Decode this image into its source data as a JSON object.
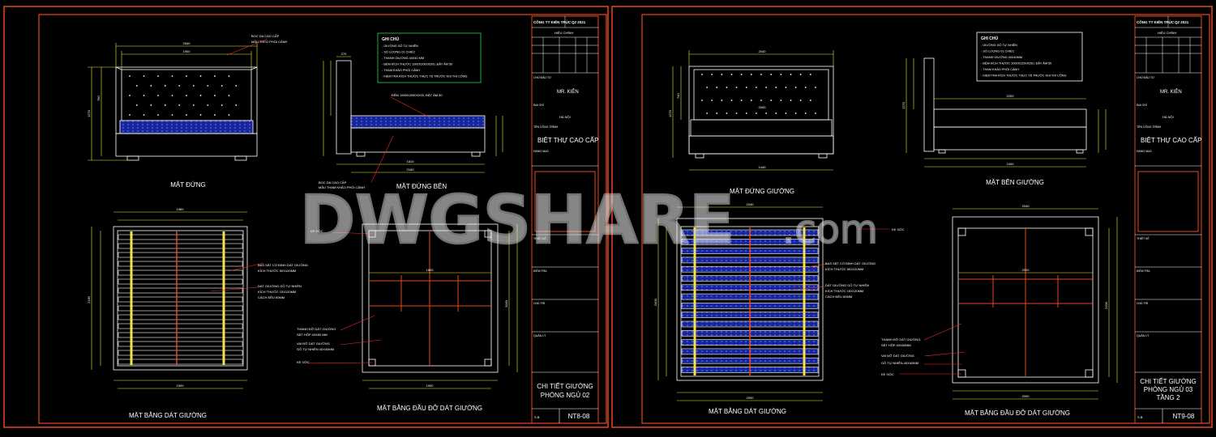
{
  "sheets": [
    {
      "title_block": {
        "company": "CÔNG TY KIẾN TRÚC",
        "date": "Q2 2021",
        "revision": "HIỆU CHỈNH",
        "client_label": "CHỦ ĐẦU TƯ",
        "client": "MR. KIÊN",
        "address_label": "ĐỊA CHỈ",
        "address": "HÀ NỘI",
        "project_label": "TÊN CÔNG TRÌNH",
        "project": "BIỆT THỰ CAO CẤP",
        "category_label": "HẠNG MỤC",
        "designer_label": "THIẾT KẾ",
        "check_label": "KIỂM TRA",
        "chief_label": "CHỦ TRÌ",
        "manager_label": "QUẢN LÝ",
        "drawing_title": "CHI TIẾT GIƯỜNG\nPHÒNG NGỦ 02",
        "scale_label": "S.B.",
        "drawing_no": "NT8-08"
      },
      "notes": {
        "title": "GHI CHÚ",
        "lines": [
          "- GIƯỜNG GỖ TỰ NHIÊN",
          "- SỐ LƯỢNG 01 CHIẾC",
          "- THANH GIƯỜNG 40X40 MM",
          "- ĐỆM KÍCH THƯỚC 1900X2000X200, ĐẶT ÂM 50",
          "- THAM KHẢO PHỐI CẢNH",
          "- KIỂM TRA KÍCH THƯỚC THỰC TẾ TRƯỚC KHI THI CÔNG"
        ]
      },
      "views": {
        "front": "MẶT ĐỨNG",
        "side": "MẶT ĐỨNG BÊN",
        "plan": "MẶT BẰNG DÁT GIƯỜNG",
        "support": "MẶT BẰNG ĐẦU ĐỠ DÁT GIƯỜNG"
      },
      "callouts": {
        "headboard": "BỌC DA CAO CẤP",
        "headboard2": "MẪU THEO PHỐI CẢNH",
        "mattress": "ĐỆM 1900X2000X200, ĐẶT ÂM 50",
        "side_leather": "BỌC DA CAO CẤP",
        "side_leather2": "MẪU THAM KHẢO PHỐI CẢNH",
        "slat_fix": "BAS SẮT CỐ ĐỊNH DÁT GIƯỜNG",
        "slat_fix2": "KÍCH THƯỚC 50X120MM",
        "slat": "DÁT GIƯỜNG GỖ TỰ NHIÊN",
        "slat2": "KÍCH THƯỚC 15X120MM",
        "slat3": "CÁCH ĐỀU 60MM",
        "beam": "THANH ĐỠ DÁT GIƯỜNG",
        "beam2": "SẮT HỘP 40X80 MM",
        "leg": "VAI ĐỠ DÁT GIƯỜNG",
        "leg2": "GỖ TỰ NHIÊN 40X40MM",
        "corner": "KE GÓC"
      },
      "dims": {
        "front_w": "2540",
        "front_in": "1900",
        "front_h": "1270",
        "front_h2": "780",
        "side_top": "270",
        "side_w": "2160",
        "side_in": "1810",
        "plan_w": "1960",
        "plan_h": "2160",
        "plan_in": "1900",
        "sup_w": "1900",
        "sup_in": "1800",
        "sup_h": "2000",
        "sup_mid": "900"
      }
    },
    {
      "title_block": {
        "company": "CÔNG TY KIẾN TRÚC",
        "date": "Q2 2021",
        "revision": "HIỆU CHỈNH",
        "client_label": "CHỦ ĐẦU TƯ",
        "client": "MR. KIÊN",
        "address_label": "ĐỊA CHỈ",
        "address": "HÀ NỘI",
        "project_label": "TÊN CÔNG TRÌNH",
        "project": "BIỆT THỰ CAO CẤP",
        "category_label": "HẠNG MỤC",
        "designer_label": "THIẾT KẾ",
        "check_label": "KIỂM TRA",
        "chief_label": "CHỦ TRÌ",
        "manager_label": "QUẢN LÝ",
        "drawing_title": "CHI TIẾT GIƯỜNG\nPHÒNG NGỦ 03\nTẦNG 2",
        "scale_label": "S.B.",
        "drawing_no": "NT9-08"
      },
      "notes": {
        "title": "GHI CHÚ",
        "lines": [
          "- GIƯỜNG GỖ TỰ NHIÊN",
          "- SỐ LƯỢNG 01 CHIẾC",
          "- THANH GIƯỜNG 40X40MM",
          "- ĐỆM KÍCH THƯỚC 2000X2200X250, ĐẶT ÂM 50",
          "- THAM KHẢO PHỐI CẢNH",
          "- KIỂM TRA KÍCH THƯỚC THỰC TẾ TRƯỚC KHI THI CÔNG"
        ]
      },
      "views": {
        "front": "MẶT ĐỨNG GIƯỜNG",
        "side": "MẶT BÊN GIƯỜNG",
        "plan": "MẶT BẰNG DÁT GIƯỜNG",
        "support": "MẶT BẰNG ĐẦU ĐỠ DÁT GIƯỜNG"
      },
      "callouts": {
        "beam": "THANH ĐỠ DÁT GIƯỜNG",
        "beam2": "SẮT HỘP 40X80MM",
        "leg": "VAI ĐỠ DÁT GIƯỜNG",
        "leg2": "GỖ TỰ NHIÊN 40X40MM",
        "corner": "KE GÓC",
        "corner2": "KE GÓC",
        "slat_fix": "BAS SẮT CỐ ĐỊNH DÁT GIƯỜNG",
        "slat_fix2": "KÍCH THƯỚC 50X120MM",
        "slat": "DÁT GIƯỜNG GỖ TỰ NHIÊN",
        "slat2": "KÍCH THƯỚC 15X120MM",
        "slat3": "CÁCH ĐỀU 60MM"
      },
      "dims": {
        "front_w": "2040",
        "front_in": "2000",
        "front_h": "1270",
        "front_h2": "740",
        "front_b": "1440",
        "side_w": "2400",
        "side_in": "2200",
        "side_h": "1270",
        "plan_w": "2040",
        "plan_h": "2400",
        "plan_in": "2000",
        "sup_w": "2040",
        "sup_in": "2000",
        "sup_h": "2200",
        "sup_mid": "945"
      }
    }
  ],
  "watermark": "DWGSHARE",
  "watermark_suffix": ".com",
  "colors": {
    "frame": "#e8491d",
    "dim": "#e8eb3a",
    "line": "#ffffff",
    "fill": "#1a2b9a",
    "note_box": "#2fd24a",
    "slat": "#f2e24b",
    "red": "#ff2a2a"
  }
}
